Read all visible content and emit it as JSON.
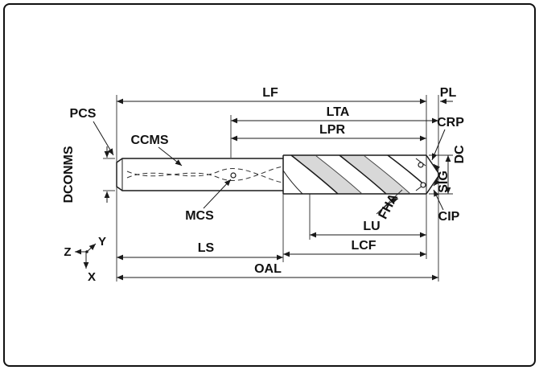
{
  "diagram": {
    "labels": {
      "lf": "LF",
      "pl": "PL",
      "pcs": "PCS",
      "ccms": "CCMS",
      "dconms": "DCONMS",
      "mcs": "MCS",
      "lta": "LTA",
      "lpr": "LPR",
      "crp": "CRP",
      "dc": "DC",
      "sig": "SIG",
      "cip": "CIP",
      "fha": "FHA",
      "lu": "LU",
      "lcf": "LCF",
      "ls": "LS",
      "oal": "OAL"
    },
    "axes": {
      "z": "Z",
      "y": "Y",
      "x": "X"
    },
    "colors": {
      "line": "#1a1a1a",
      "background": "#ffffff"
    }
  }
}
